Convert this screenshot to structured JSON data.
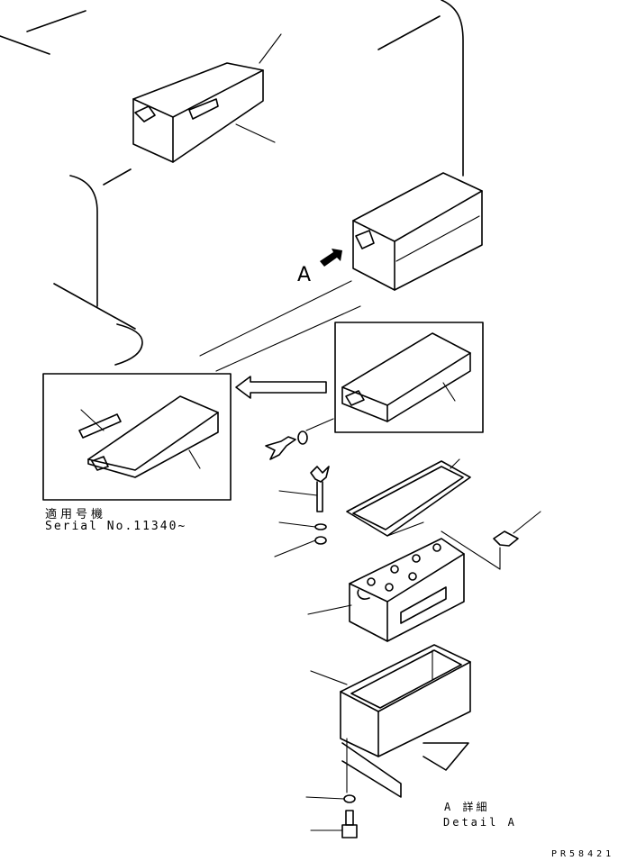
{
  "labels": {
    "view_marker": "A",
    "inset_applicability_jp": "適用号機",
    "inset_serial": "Serial No.11340~",
    "detail_jp": "A 詳細",
    "detail_en": "Detail A",
    "drawing_code": "PR58421"
  }
}
